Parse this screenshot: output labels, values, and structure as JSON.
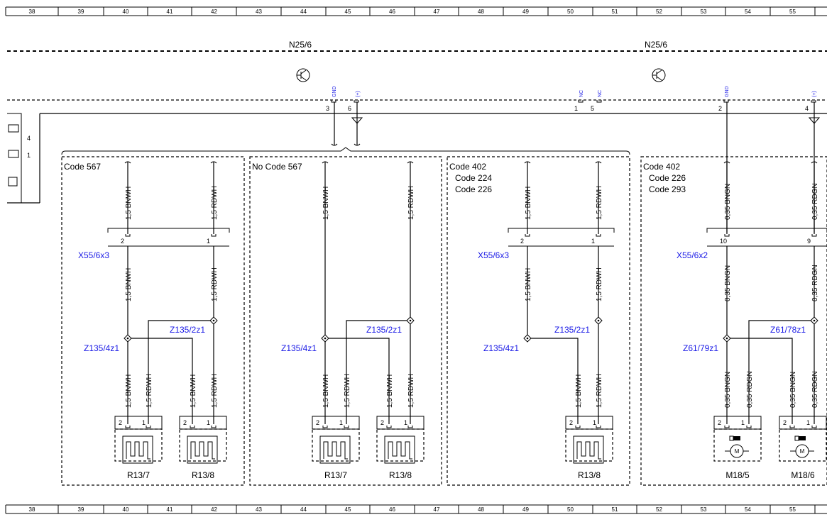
{
  "ruler": {
    "numbers": [
      "38",
      "39",
      "40",
      "41",
      "42",
      "43",
      "44",
      "45",
      "46",
      "47",
      "48",
      "49",
      "50",
      "51",
      "52",
      "53",
      "54",
      "55"
    ]
  },
  "modules": [
    {
      "label": "N25/6"
    },
    {
      "label": "N25/6"
    }
  ],
  "pins": {
    "gnd": "GND",
    "plus": "(+)",
    "nc": "NC",
    "p3": "3",
    "p6": "6",
    "p1": "1",
    "p5": "5",
    "p2": "2",
    "p4": "4"
  },
  "left_stub": {
    "pin4": "4",
    "pin1": "1"
  },
  "groups": [
    {
      "codes": [
        "Code 567"
      ],
      "connector": "X55/6x3",
      "splice_a": "Z135/4z1",
      "splice_b": "Z135/2z1",
      "wires": {
        "top_a": "1,5 BNWH",
        "top_b": "1,5 RDWH",
        "mid_a": "1,5 BNWH",
        "mid_b": "1,5 RDWH",
        "bot1": "1,5 BNWH",
        "bot2": "1,5 RDWH",
        "bot3": "1,5 BNWH",
        "bot4": "1,5 RDWH"
      },
      "conn_pins": [
        "2",
        "1"
      ],
      "components": [
        {
          "label": "R13/7",
          "pins": [
            "2",
            "1"
          ],
          "icon": "heater-icon"
        },
        {
          "label": "R13/8",
          "pins": [
            "2",
            "1"
          ],
          "icon": "heater-icon"
        }
      ]
    },
    {
      "codes": [
        "No Code 567"
      ],
      "splice_a": "Z135/4z1",
      "splice_b": "Z135/2z1",
      "wires": {
        "top_a": "1,5 BNWH",
        "top_b": "1,5 RDWH",
        "bot1": "1,5 BNWH",
        "bot2": "1,5 RDWH",
        "bot3": "1,5 BNWH",
        "bot4": "1,5 RDWH"
      },
      "components": [
        {
          "label": "R13/7",
          "pins": [
            "2",
            "1"
          ],
          "icon": "heater-icon"
        },
        {
          "label": "R13/8",
          "pins": [
            "2",
            "1"
          ],
          "icon": "heater-icon"
        }
      ]
    },
    {
      "codes": [
        "Code 402",
        "Code 224",
        "Code 226"
      ],
      "connector": "X55/6x3",
      "splice_a": "Z135/4z1",
      "splice_b": "Z135/2z1",
      "wires": {
        "top_a": "1,5 BNWH",
        "top_b": "1,5 RDWH",
        "mid_a": "1,5 BNWH",
        "mid_b": "1,5 RDWH",
        "bot1": "1,5 BNWH",
        "bot2": "1,5 RDWH"
      },
      "conn_pins": [
        "2",
        "1"
      ],
      "components": [
        {
          "label": "R13/8",
          "pins": [
            "2",
            "1"
          ],
          "icon": "heater-icon"
        }
      ]
    },
    {
      "codes": [
        "Code 402",
        "Code 226",
        "Code 293"
      ],
      "connector": "X55/6x2",
      "splice_a": "Z61/79z1",
      "splice_b": "Z61/78z1",
      "wires": {
        "top_a": "0,35 BNGN",
        "top_b": "0,35 RDGN",
        "mid_a": "0,35 BNGN",
        "mid_b": "0,35 RDGN",
        "bot1": "0,35 BNGN",
        "bot2": "0,35 RDGN",
        "bot3": "0,35 BNGN",
        "bot4": "0,35 RDGN"
      },
      "conn_pins": [
        "10",
        "9"
      ],
      "components": [
        {
          "label": "M18/5",
          "pins": [
            "2",
            "1"
          ],
          "icon": "motor-icon"
        },
        {
          "label": "M18/6",
          "pins": [
            "2",
            "1"
          ],
          "icon": "motor-icon"
        }
      ]
    }
  ]
}
